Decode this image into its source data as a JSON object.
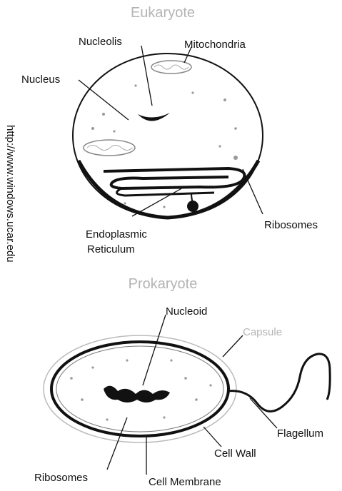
{
  "eukaryote": {
    "title": "Eukaryote",
    "labels": {
      "nucleolus": "Nucleolis",
      "mitochondria": "Mitochondria",
      "nucleus": "Nucleus",
      "ribosomes": "Ribosomes",
      "er_line1": "Endoplasmic",
      "er_line2": "Reticulum"
    }
  },
  "prokaryote": {
    "title": "Prokaryote",
    "labels": {
      "nucleoid": "Nucleoid",
      "capsule": "Capsule",
      "flagellum": "Flagellum",
      "cell_wall": "Cell Wall",
      "cell_membrane": "Cell Membrane",
      "ribosomes": "Ribosomes"
    }
  },
  "watermark": "http://www.windows.ucar.edu",
  "colors": {
    "ink": "#111111",
    "faint": "#b4b4b4",
    "background": "#ffffff"
  }
}
